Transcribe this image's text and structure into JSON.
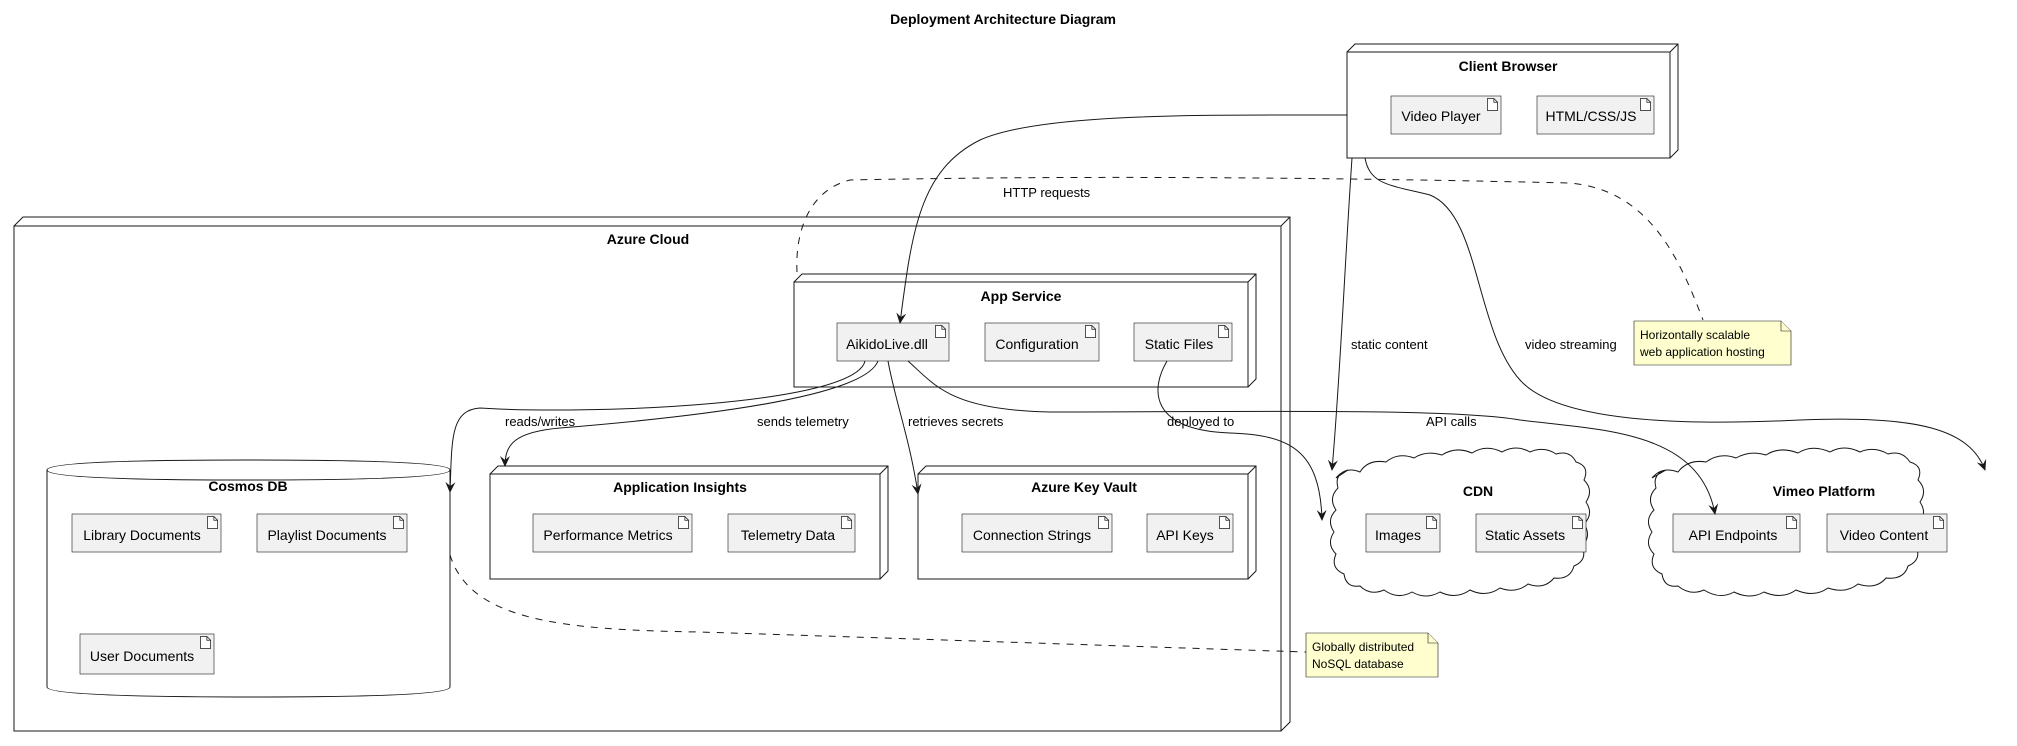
{
  "title": "Deployment Architecture Diagram",
  "nodes": {
    "client_browser": {
      "title": "Client Browser",
      "artifacts": [
        "Video Player",
        "HTML/CSS/JS"
      ]
    },
    "azure_cloud": {
      "title": "Azure Cloud"
    },
    "app_service": {
      "title": "App Service",
      "artifacts": [
        "AikidoLive.dll",
        "Configuration",
        "Static Files"
      ]
    },
    "cosmos_db": {
      "title": "Cosmos DB",
      "artifacts": [
        "Library Documents",
        "Playlist Documents",
        "User Documents"
      ]
    },
    "app_insights": {
      "title": "Application Insights",
      "artifacts": [
        "Performance Metrics",
        "Telemetry Data"
      ]
    },
    "key_vault": {
      "title": "Azure Key Vault",
      "artifacts": [
        "Connection Strings",
        "API Keys"
      ]
    },
    "cdn": {
      "title": "CDN",
      "artifacts": [
        "Images",
        "Static Assets"
      ]
    },
    "vimeo": {
      "title": "Vimeo Platform",
      "artifacts": [
        "API Endpoints",
        "Video Content"
      ]
    }
  },
  "edges": {
    "http_requests": "HTTP requests",
    "static_content": "static content",
    "video_streaming": "video streaming",
    "reads_writes": "reads/writes",
    "sends_telemetry": "sends telemetry",
    "retrieves_secrets": "retrieves secrets",
    "deployed_to": "deployed to",
    "api_calls": "API calls"
  },
  "notes": {
    "app_service_note": [
      "Horizontally scalable",
      "web application hosting"
    ],
    "cosmos_note": [
      "Globally distributed",
      "NoSQL database"
    ]
  }
}
